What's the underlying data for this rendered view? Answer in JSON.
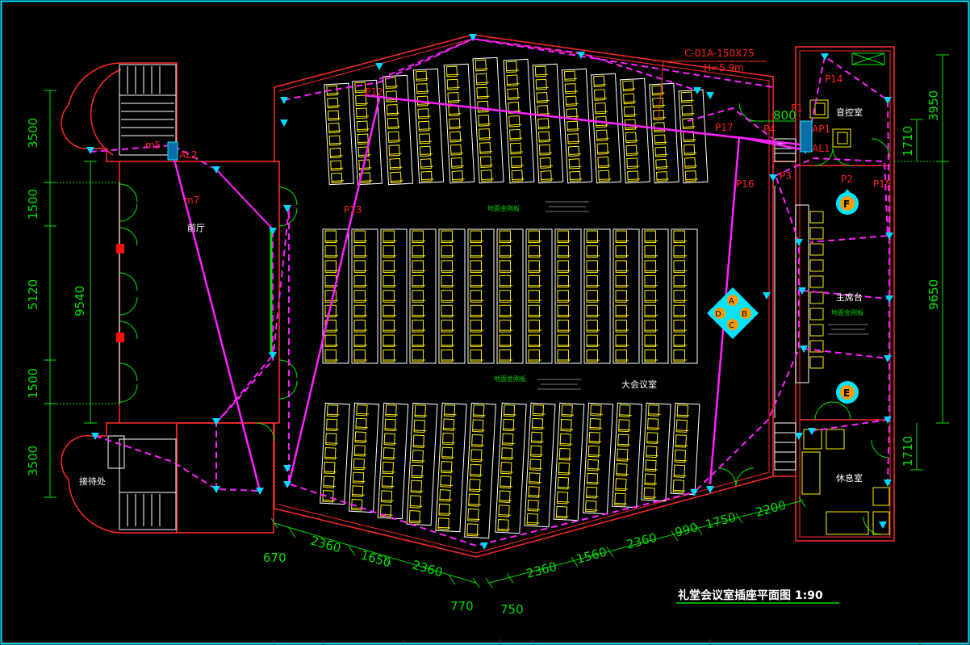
{
  "title": "礼堂会议室插座平面图  1:90",
  "colors": {
    "background": "#000000",
    "wall": "#ff2a2a",
    "line": "#ffffff",
    "seat": "#ffee00",
    "wiring": "#ff20ff",
    "dimension": "#00e000",
    "device": "#00d8ff"
  },
  "rooms": {
    "lobby": "前厅",
    "reception": "接待处",
    "hall": "大会议室",
    "control": "音控室",
    "stage": "主席台",
    "lounge": "休息室"
  },
  "notes": {
    "floor_top": "地面金刚板",
    "floor_mid": "地面金刚板",
    "floor_stage": "地面金刚板"
  },
  "cable_spec": {
    "line1": "C-01A-150X75",
    "line2": "H=5.9m"
  },
  "refs": {
    "m5": "m5",
    "al2": "AL2",
    "m7": "m7",
    "p12": "P12",
    "p13": "P13",
    "p14": "P14",
    "p15": "P15",
    "p16": "P16",
    "p17": "P17",
    "p1": "P1",
    "p2": "P2",
    "p3": "P3",
    "p4": "P4",
    "ap1": "AP1",
    "al1": "AL1"
  },
  "markers": {
    "a": "A",
    "b": "B",
    "c": "C",
    "d": "D",
    "e": "E",
    "f": "F"
  },
  "dimensions": {
    "left_segments": [
      "3500",
      "1500",
      "5120",
      "1500",
      "3500"
    ],
    "left_total": "9540",
    "right_segments": [
      "3950",
      "1710",
      "9650",
      "1710"
    ],
    "bottom_left": [
      "670",
      "2360",
      "1650",
      "2360",
      "770"
    ],
    "bottom_right": [
      "750",
      "2360",
      "1560",
      "2360",
      "990",
      "1750",
      "2200"
    ],
    "door_width": "800"
  }
}
